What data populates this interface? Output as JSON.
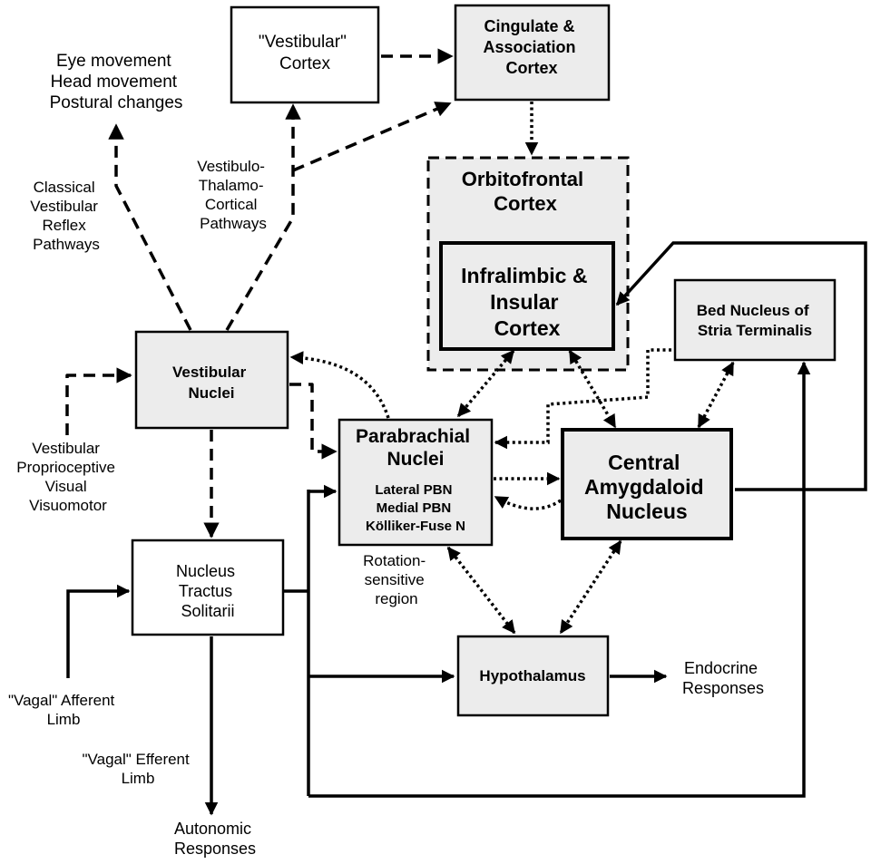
{
  "nodes": {
    "vestibular_cortex": [
      "\"Vestibular\"",
      "Cortex"
    ],
    "cingulate": [
      "Cingulate &",
      "Association",
      "Cortex"
    ],
    "orbitofrontal": [
      "Orbitofrontal",
      "Cortex"
    ],
    "infralimbic": [
      "Infralimbic &",
      "Insular",
      "Cortex"
    ],
    "bed_nucleus": [
      "Bed Nucleus of",
      "Stria Terminalis"
    ],
    "vestibular_nuclei": [
      "Vestibular",
      "Nuclei"
    ],
    "parabrachial_title": [
      "Parabrachial",
      "Nuclei"
    ],
    "parabrachial_sub": [
      "Lateral PBN",
      "Medial PBN",
      "Kölliker-Fuse N"
    ],
    "central_amygdaloid": [
      "Central",
      "Amygdaloid",
      "Nucleus"
    ],
    "nts": [
      "Nucleus",
      "Tractus",
      "Solitarii"
    ],
    "hypothalamus": [
      "Hypothalamus"
    ]
  },
  "labels": {
    "eye_movement": [
      "Eye movement",
      "Head movement",
      "Postural changes"
    ],
    "classical": [
      "Classical",
      "Vestibular",
      "Reflex",
      "Pathways"
    ],
    "thalamo": [
      "Vestibulo-",
      "Thalamo-",
      "Cortical",
      "Pathways"
    ],
    "inputs": [
      "Vestibular",
      "Proprioceptive",
      "Visual",
      "Visuomotor"
    ],
    "rotation": [
      "Rotation-",
      "sensitive",
      "region"
    ],
    "vagal_afferent": [
      "\"Vagal\" Afferent",
      "Limb"
    ],
    "vagal_efferent": [
      "\"Vagal\" Efferent",
      "Limb"
    ],
    "autonomic": [
      "Autonomic",
      "Responses"
    ],
    "endocrine": [
      "Endocrine",
      "Responses"
    ]
  }
}
